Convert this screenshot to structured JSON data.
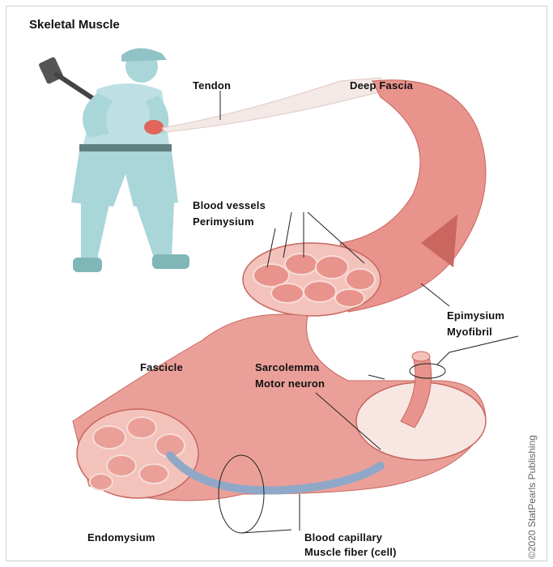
{
  "title": "Skeletal Muscle",
  "labels": {
    "tendon": "Tendon",
    "deep_fascia": "Deep Fascia",
    "blood_vessels": "Blood vessels",
    "perimysium": "Perimysium",
    "epimysium": "Epimysium",
    "myofibril": "Myofibril",
    "fascicle": "Fascicle",
    "sarcolemma": "Sarcolemma",
    "motor_neuron": "Motor neuron",
    "endomysium": "Endomysium",
    "blood_capillary": "Blood capillary",
    "muscle_fiber": "Muscle fiber (cell)"
  },
  "credit": "©2020 StatPearls Publishing",
  "colors": {
    "muscle": "#e8938c",
    "muscle_dark": "#c8665f",
    "muscle_light": "#f3c2bb",
    "tendon": "#f3e9e6",
    "figure": "#a9d6d8",
    "figure_dark": "#7fb6b8",
    "capillary": "#8fa8c8"
  }
}
